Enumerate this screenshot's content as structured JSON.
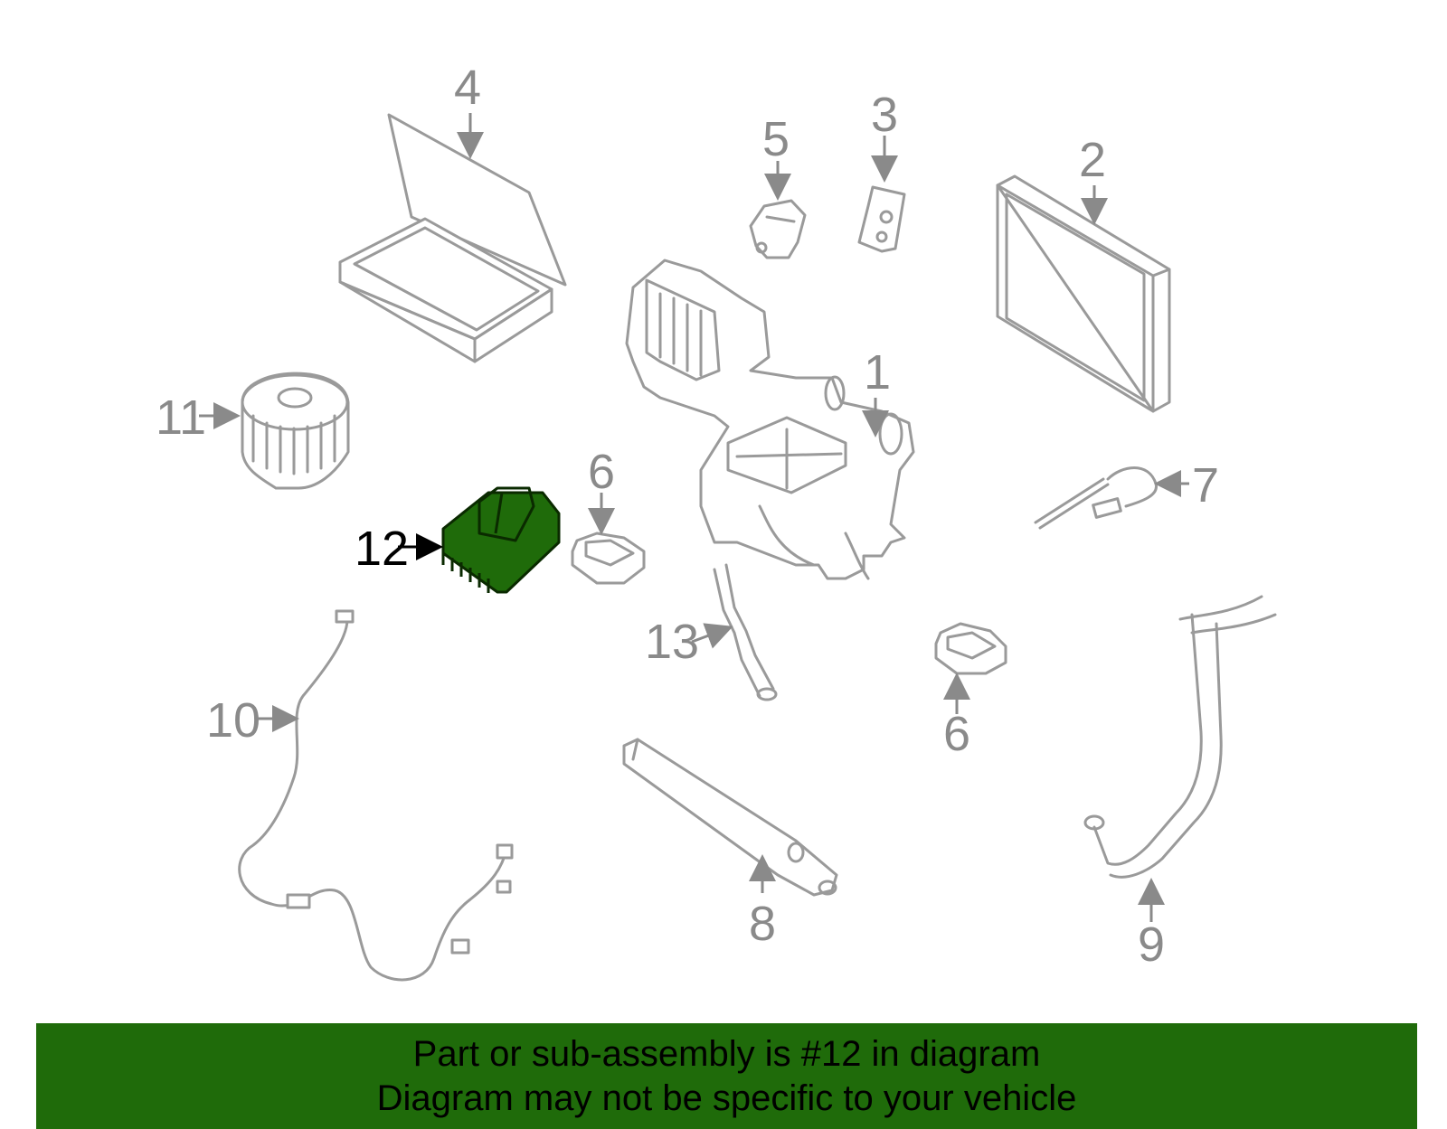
{
  "callouts": {
    "c1": "1",
    "c2": "2",
    "c3": "3",
    "c4": "4",
    "c5": "5",
    "c6a": "6",
    "c6b": "6",
    "c7": "7",
    "c8": "8",
    "c9": "9",
    "c10": "10",
    "c11": "11",
    "c12": "12",
    "c13": "13"
  },
  "highlighted_part": "12",
  "colors": {
    "highlight": "#1f6b0a",
    "parts": "#9a9a9a",
    "callouts": "#8a8a8a"
  },
  "banner": {
    "line1": "Part or sub-assembly is #12 in diagram",
    "line2": "Diagram may not be specific to your vehicle"
  }
}
